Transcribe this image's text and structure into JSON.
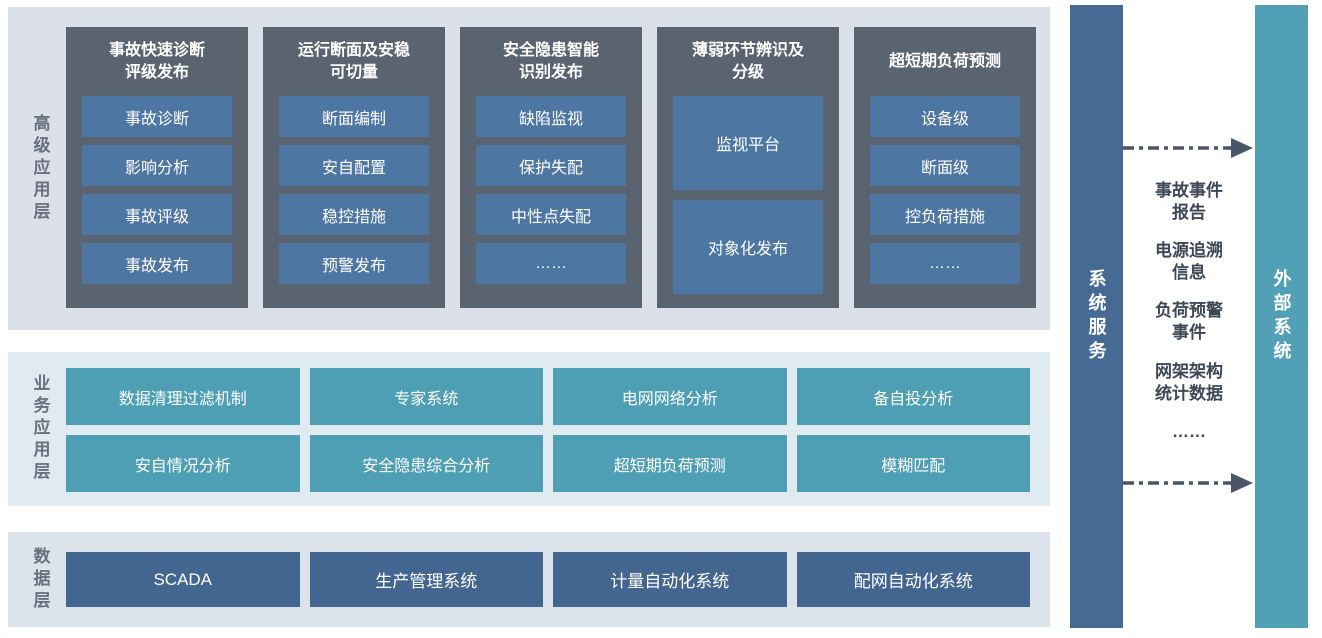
{
  "advanced_layer": {
    "label": "高级应用层",
    "columns": [
      {
        "title": "事故快速诊断\n评级发布",
        "items": [
          "事故诊断",
          "影响分析",
          "事故评级",
          "事故发布"
        ]
      },
      {
        "title": "运行断面及安稳\n可切量",
        "items": [
          "断面编制",
          "安自配置",
          "稳控措施",
          "预警发布"
        ]
      },
      {
        "title": "安全隐患智能\n识别发布",
        "items": [
          "缺陷监视",
          "保护失配",
          "中性点失配",
          "……"
        ]
      },
      {
        "title": "薄弱环节辨识及\n分级",
        "items": [
          "监视平台",
          "对象化发布"
        ]
      },
      {
        "title": "超短期负荷预测",
        "items": [
          "设备级",
          "断面级",
          "控负荷措施",
          "……"
        ]
      }
    ]
  },
  "business_layer": {
    "label": "业务应用层",
    "items": [
      "数据清理过滤机制",
      "专家系统",
      "电网网络分析",
      "备自投分析",
      "安自情况分析",
      "安全隐患综合分析",
      "超短期负荷预测",
      "模糊匹配"
    ]
  },
  "data_layer": {
    "label": "数据层",
    "items": [
      "SCADA",
      "生产管理系统",
      "计量自动化系统",
      "配网自动化系统"
    ]
  },
  "system_service_bar": {
    "label": "系统服务"
  },
  "external_system_bar": {
    "label": "外部系统"
  },
  "exchange": {
    "items": [
      "事故事件\n报告",
      "电源追溯\n信息",
      "负荷预警\n事件",
      "网架架构\n统计数据",
      "……"
    ]
  },
  "colors": {
    "band_top_bg": "#dce1e9",
    "band_middle_bg": "#dfeaf1",
    "band_bottom_bg": "#dde3ea",
    "app_column_bg": "#5a6370",
    "app_item_bg": "#4e76a3",
    "business_item_bg": "#4f9fb4",
    "data_item_bg": "#436690",
    "system_bar_bg": "#456a93",
    "external_bar_bg": "#52a0b5",
    "layer_label_color": "#68707f",
    "exchange_text_color": "#3e4857",
    "arrow_color": "#4a5568"
  }
}
